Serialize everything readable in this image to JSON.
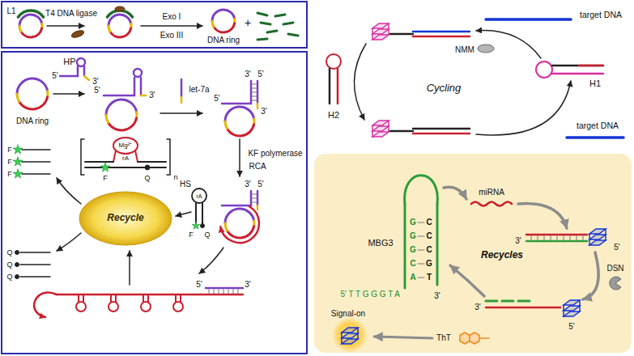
{
  "diagram": {
    "nodes": [
      {
        "text": [
          "Recycle"
        ]
      }
    ],
    "labels": [
      "L1",
      "T4 DNA ligase",
      "Exo I",
      "Exo III",
      "DNA ring",
      "+",
      "DNA ring",
      "5'",
      "3'",
      "HP",
      "5'",
      "3'",
      "let-7a",
      "3'",
      "5'",
      "5'",
      "3'",
      "KF polymerase",
      "RCA",
      "3'",
      "5'",
      "Mg²⁺",
      "rA",
      "F",
      "Q",
      "n",
      "HS",
      "rA",
      "F",
      "Q",
      "F",
      "F",
      "F",
      "Q",
      "Q",
      "Q",
      "5'",
      "3'",
      "target DNA",
      "NMM",
      "H1",
      "Cycling",
      "H2",
      "target DNA",
      "MBG3",
      "G",
      "G",
      "G",
      "C",
      "A",
      "C",
      "C",
      "C",
      "G",
      "T",
      "5' T T G G G T A",
      "3'",
      "miRNA",
      "3'",
      "5'",
      "Recycles",
      "DSN",
      "3'",
      "5'",
      "Signal-on",
      "ThT"
    ]
  }
}
